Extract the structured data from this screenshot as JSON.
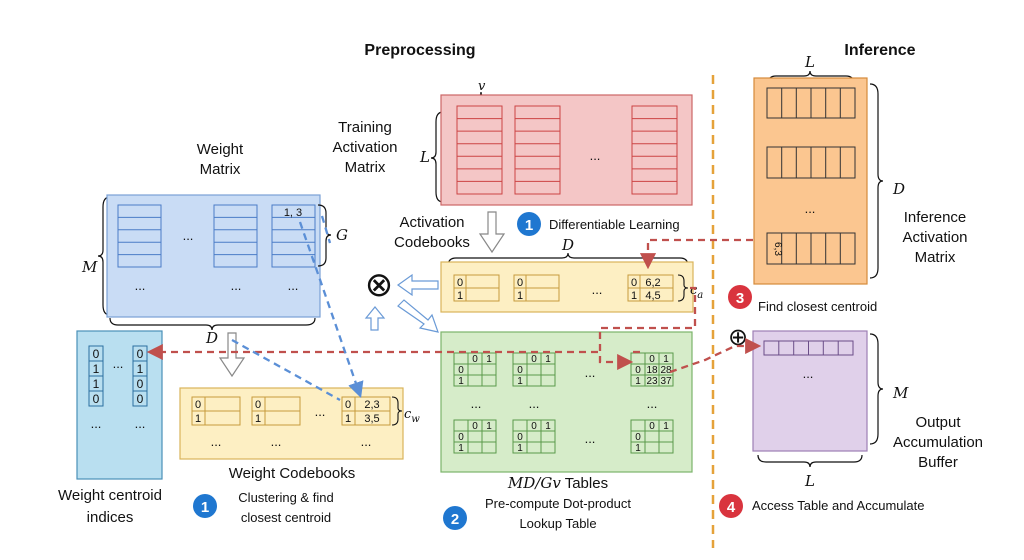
{
  "headings": {
    "preprocessing": "Preprocessing",
    "inference": "Inference"
  },
  "training": {
    "title_lines": [
      "Training",
      "Activation",
      "Matrix"
    ],
    "dim_L": "L",
    "dim_v": "v",
    "ellipsis": "..."
  },
  "weight_matrix": {
    "title_lines": [
      "Weight",
      "Matrix"
    ],
    "dim_M": "M",
    "dim_G": "G",
    "dim_D": "D",
    "cell": "1, 3",
    "ellipsis": "...",
    "ellipsis2": "..."
  },
  "activation_codebooks": {
    "title_lines": [
      "Activation",
      "Codebooks"
    ],
    "dim_D": "D",
    "sub": "c",
    "sub_index": "a",
    "rows": [
      [
        "0",
        "6,2"
      ],
      [
        "1",
        "4,5"
      ]
    ],
    "ellipsis": "..."
  },
  "lookup_tables": {
    "title_math": "MD/Gv",
    "title_tail": " Tables",
    "step_label_lines": [
      "Pre-compute Dot-product",
      "Lookup Table"
    ],
    "highlight": [
      "18",
      "28",
      "23",
      "37"
    ],
    "ellipsis": "..."
  },
  "weight_codebooks": {
    "title": "Weight Codebooks",
    "sub": "c",
    "sub_index": "w",
    "rows": [
      [
        "0",
        "2,3"
      ],
      [
        "1",
        "3,5"
      ]
    ],
    "ellipsis": "..."
  },
  "centroid_indices": {
    "title_lines": [
      "Weight centroid",
      "indices"
    ],
    "col1": [
      "0",
      "1",
      "1",
      "0"
    ],
    "col2": [
      "0",
      "1",
      "0",
      "0"
    ],
    "ellipsis": "..."
  },
  "inference_matrix": {
    "dim_L": "L",
    "dim_D": "D",
    "title_lines": [
      "Inference",
      "Activation",
      "Matrix"
    ],
    "cell": "6,3",
    "ellipsis": "..."
  },
  "output_buffer": {
    "dim_M": "M",
    "dim_L": "L",
    "title_lines": [
      "Output",
      "Accumulation",
      "Buffer"
    ],
    "ellipsis": "..."
  },
  "steps": [
    {
      "num": "1",
      "text": "Differentiable Learning",
      "color": "#1f77d0"
    },
    {
      "num": "1",
      "text_lines": [
        "Clustering & find",
        "closest centroid"
      ],
      "color": "#1f77d0"
    },
    {
      "num": "2",
      "color": "#1f77d0"
    },
    {
      "num": "3",
      "text": "Find closest centroid",
      "color": "#d9343e"
    },
    {
      "num": "4",
      "text": "Access Table and Accumulate",
      "color": "#d9343e"
    }
  ],
  "symbols": {
    "otimes": "⊗",
    "oplus": "⊕"
  },
  "colors": {
    "training": "#f4c6c6",
    "weight": "#c9dcf5",
    "codebook": "#fdefc3",
    "table": "#d6ecc9",
    "indices": "#b9dff0",
    "inference": "#fbc690",
    "output": "#e0d0ea",
    "dashed_red": "#c0504d",
    "dashed_blue": "#5b8fd6",
    "divider": "#e5a23a"
  }
}
